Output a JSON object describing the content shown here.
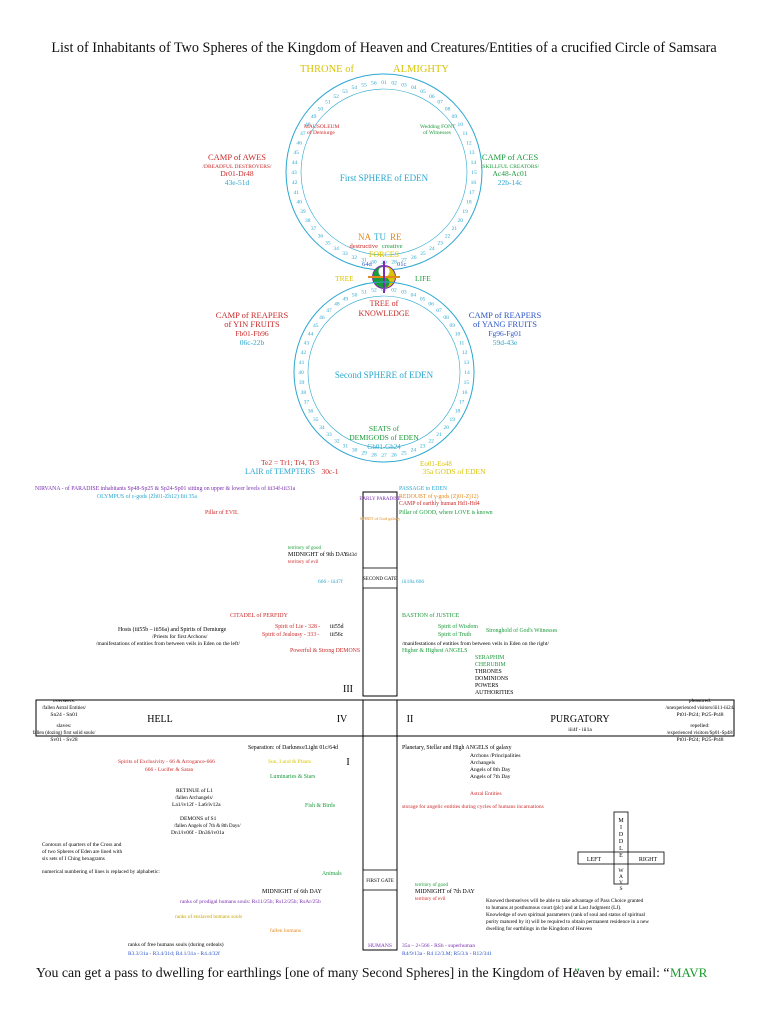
{
  "title": "List of Inhabitants of Two Spheres of the Kingdom of Heaven and Creatures/Entities of a crucified Circle of Samsara",
  "footer": {
    "text": "You can get a pass to dwelling for earthlings [one of many Second Spheres] in the Kingdom of Heaven by email: “",
    "quote_close": "”",
    "author": "MAVR"
  },
  "colors": {
    "sphere": "#2aa7cf",
    "red": "#cc2a2a",
    "green": "#1b9b3a",
    "purple": "#7a2fb0",
    "orange": "#e28a1c",
    "yellow": "#d9c400",
    "blue": "#2a55c9",
    "gold": "#caa400"
  },
  "first_sphere": {
    "throne": "THRONE of",
    "almighty": "ALMIGHTY",
    "mausoleum_1": "MAUSOLEUM",
    "mausoleum_2": "of Demiurge",
    "font_1": "Wedding FONT",
    "font_2": "of Witnesses",
    "name": "First SPHERE of EDEN",
    "camp_awes": "CAMP of AWES",
    "camp_awes_sub": "/DREADFUL DESTROYERS/",
    "camp_awes_code": "Dr01-Dr48",
    "camp_awes_range": "43e-51d",
    "camp_aces": "CAMP of ACES",
    "camp_aces_sub": "/SKILLFUL CREATORS/",
    "camp_aces_code": "Ac48-Ac01",
    "camp_aces_range": "22b-14c"
  },
  "nature": {
    "label_a": "NA",
    "label_b": "TU",
    "label_c": "RE",
    "destructive": "destructive",
    "creative": "creative",
    "forces": "FORCES",
    "code_left": "64d",
    "code_right": "01c",
    "tree": "TREE",
    "life": "LIFE",
    "knowledge": "KNOWLEDGE",
    "tree_of": "TREE of"
  },
  "second_sphere": {
    "name": "Second SPHERE of  EDEN",
    "camp_yin": "CAMP of REAPERS",
    "camp_yin_sub": "of YIN FRUITS",
    "camp_yin_code": "Fb01-Fb96",
    "camp_yin_range": "06c-22b",
    "camp_yang": "CAMP of REAPERS",
    "camp_yang_sub": "of YANG FRUITS",
    "camp_yang_code": "Fg96-Fg01",
    "camp_yang_range": "59d-43e",
    "seats": "SEATS of",
    "demigods": "DEMIGODS of EDEN",
    "demigods_code": "Gh01-Gh24",
    "tempters_code": "Te2 = Tr1; Tr4, Tr3",
    "tempters": "LAIR of TEMPTERS",
    "tempters_range": "30c-1",
    "gods": "35a  GODS of EDEN",
    "gods_code": "Eo01-Eo48"
  },
  "upper_column": {
    "nirvana": "NIRVANA - of PARADISE inhabitants Sp48-Sp25 & Sp24-Sp01 sitting on upper & lower levels of iii34f-iii31a",
    "olympus": "OLYMPUS of ε-gods (Zh01-Zh12) Iiii 35a",
    "passage": "PASSAGE to EDEN",
    "redoubt": "REDOUBT of γ-gods (Zj01-Zj12)",
    "camp_earthly": "CAMP of earthly human  Hd1-Hd4",
    "pillar": "Pillar of GOOD, where LOVE is known",
    "early_paradise": "EARLY PARADISE",
    "spirit": "SPIRIT of God galaxy",
    "evil_label": "Pillar of EVIL",
    "territory_good": "territory of good",
    "midnight_9": "MIDNIGHT of 9th DAY",
    "midnight_9_code": "iii43d",
    "territory_evil": "territory of evil",
    "second_gate": "SECOND GATE",
    "code_666_l": "666 - iii47f",
    "code_666_r": "iii18a 666",
    "citadel": "CITADEL of PERFIDY",
    "spirit_lie": "Spirit of Lie - 328 -",
    "spirit_lie_code": "iii55d",
    "spirit_jealousy": "Spirit of Jealousy - 333 -",
    "spirit_jealousy_code": "iii56c",
    "hosts_left": "Hosts (iii55b – iii56a) and Spirits of Demiurge",
    "hosts_left_2": "/Priests for first Archons/",
    "manifest_left": "/manifestations of entities from between veils in Eden on the left/",
    "powerful": "Powerful & Strong DEMONS",
    "bastion": "BASTION of JUSTICE",
    "spirit_wisdom": "Spirit of Wisdom",
    "spirit_truth": "Spirit of Truth",
    "stronghold": "Stronghold of God's Witnesses",
    "manifest_right": "/manifestations of entities from between veils in Eden on the right/",
    "higher_angels": "Higher & Highest ANGELS",
    "seraphim": "SERAPHIM",
    "cherubim": "CHERUBIM",
    "thrones": "THRONES",
    "dominions": "DOMINIONS",
    "powers": "POWERS",
    "authorities": "AUTHORITIES"
  },
  "middle_row": {
    "hell": "HELL",
    "purgatory": "PURGATORY",
    "iv": "IV",
    "ii": "II",
    "iii": "III",
    "i": "I",
    "overseers": "overseers:",
    "overseers_sub": "/fallen Astral Entities/",
    "overseers_code": "Sn24 - Sn01",
    "slaves": "slaves:",
    "slaves_sub": "fallen (dozing) first solid souls/",
    "slaves_code": "Sv01 - Sv28",
    "pleasured": "pleasured:",
    "pleasured_sub": "/unexperienced visitors/iii11-iii24/",
    "pleasured_code": "Pt01-Pt24; Pt25-Pt48",
    "repelled": "repelled:",
    "repelled_sub": "/experienced visitors/Sp01-Sp48/",
    "repelled_code": "Pt01-Pt24; Pt25-Pt48",
    "purgatory_code": "iii4f - iii1a"
  },
  "lower_column": {
    "separation": "Separation: of Darkness/Light 01c/64d",
    "planetary": "Planetary, Stellar and High ANGELS of galaxy",
    "spirits_exclusivity": "Spirits of Exclusivity - 66 & Arrogance-666",
    "lucifer": "666 - Lucifer & Satan",
    "sun_land": "Sun, Land & Plants",
    "retinue": "RETINUE of L1",
    "retinue_sub": "/fallen Archangels/",
    "retinue_code": "La1/iv12f - La6/iv12a",
    "luminaries": "Luminaries & Stars",
    "demons": "DEMONS of S1",
    "demons_sub": "/fallen Angels of 7th & 8th Days/",
    "demons_code": "Dn1/iv06f - Dn36/iv01a",
    "fish_birds": "Fish & Birds",
    "animals": "Animals",
    "first_gate": "FIRST GATE",
    "archons": "Archons /Principalities",
    "archangels": "Archangels",
    "angels_8": "Angels of 8th Day",
    "angels_7": "Angels of 7th Day",
    "astral": "Astral Entities",
    "storage": "storage for angelic entities during cycles of humans incarnations",
    "contours": "Contours of quarters of the Cross and of two Spheres of Eden are lined with six sets of I Ching hexagrams",
    "numerical": "numerical numbering of lines is replaced by alphabetic:",
    "territory_good": "territory of good",
    "midnight_7": "MIDNIGHT of 7th DAY",
    "territory_evil": "territory of evil",
    "midnight_6": "MIDNIGHT of 6th DAY",
    "prodigal": "ranks of prodigal humans souls: Rs11/25b; Rs12/25b; RsAr/25b",
    "enslaved": "ranks of enslaved humans souls",
    "fallen_humans": "fallen humans",
    "free_souls": "ranks of free humans souls (during ordeals)",
    "free_souls_codes": "R3.3/31a - R3.4/31d; R4.1/31a - R4.4/32f",
    "humans": "HUMANS",
    "human_vertical": "HUMANS",
    "superhuman": "35a – 2+566 - RSh - superhuman",
    "bottom_right_codes": "R4/9/13a - R4 12/3.M; R5/3.h - R12/341",
    "knowledge_text": "Knowed themselves will be able to take advantage of Pass Choice granted to humans at posthumous court (plc) and at Last Judgment (LJ). Knowledge of own spiritual parameters (rank of soul and status of spiritual purity matured by it) will be required to obtain permanent residence in a new dwelling for earthlings in the Kingdom of Heaven",
    "cross_left": "LEFT",
    "cross_right": "RIGHT",
    "cross_middle": "MIDDLE",
    "cross_ways": "WAYS"
  }
}
